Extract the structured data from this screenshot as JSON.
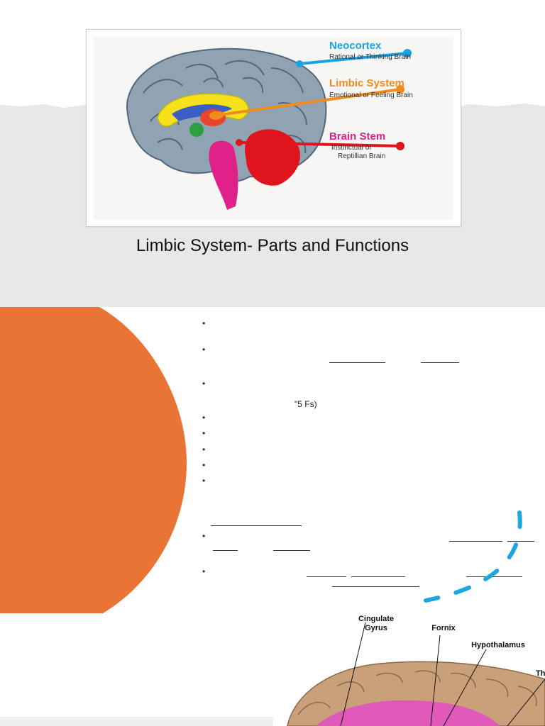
{
  "figure": {
    "labels": [
      {
        "title": "Neocortex",
        "subtitle": "Rational or Thinking Brain",
        "color": "#1aa3e0"
      },
      {
        "title": "Limbic System",
        "subtitle": "Emotional or Feeling Brain",
        "color": "#f08c1e"
      },
      {
        "title": "Brain Stem",
        "subtitle_line1": "Instinctual or",
        "subtitle_line2": "Reptillian Brain",
        "color": "#e0218a"
      }
    ]
  },
  "caption": "Limbic System- Parts and Functions",
  "bullet_glyph": "•",
  "note_text": "\"5 Fs)",
  "bottom_figure": {
    "labels": {
      "cingulate_line1": "Cingulate",
      "cingulate_line2": "Gyrus",
      "fornix": "Fornix",
      "hypothalamus": "Hypothalamus",
      "truncated": "Th"
    }
  },
  "colors": {
    "background_band": "#e8e7e5",
    "orange": "#e97435",
    "dash_blue": "#1fa6e0"
  }
}
